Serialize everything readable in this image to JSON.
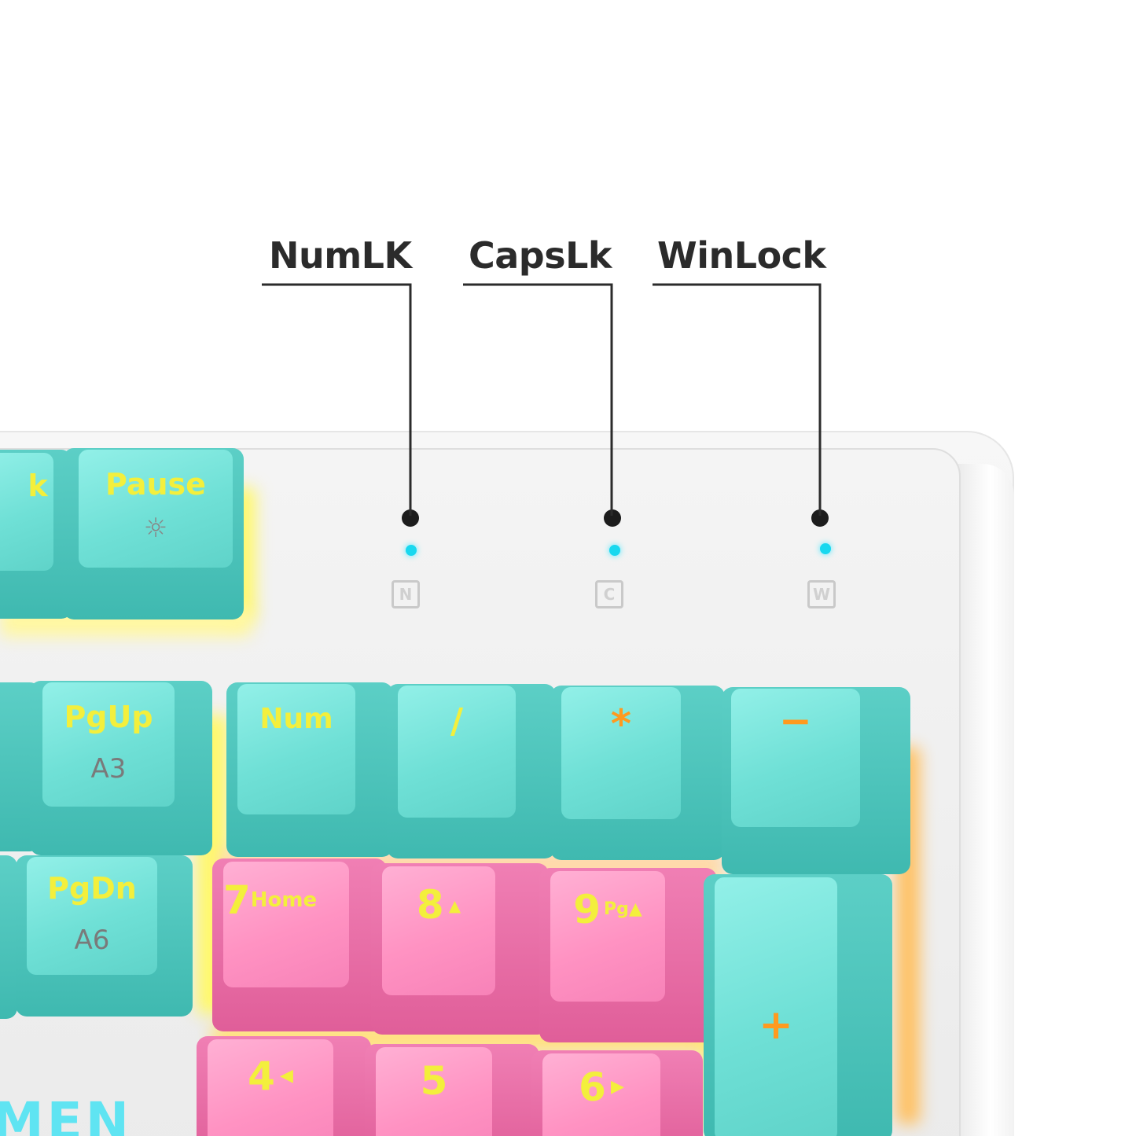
{
  "callouts": {
    "numlock": "NumLK",
    "capslock": "CapsLk",
    "winlock": "WinLock"
  },
  "indicators": {
    "numlock": "N",
    "capslock": "C",
    "winlock": "W"
  },
  "keys": {
    "scroll_partial": "k",
    "pause": "Pause",
    "pause_sub": "☼",
    "pgup": "PgUp",
    "pgup_sub": "A3",
    "pgdn": "PgDn",
    "pgdn_sub": "A6",
    "num": "Num",
    "slash": "/",
    "star": "*",
    "minus": "−",
    "seven": "7",
    "seven_sub": "Home",
    "eight": "8",
    "eight_sub": "▲",
    "nine": "9",
    "nine_sub": "Pg▲",
    "plus": "+",
    "four": "4",
    "four_sub": "◀",
    "five": "5",
    "six": "6",
    "six_sub": "▶"
  },
  "brand": "MEN",
  "colors": {
    "key_cyan": "#6fe0d6",
    "key_pink": "#ff92c2",
    "legend_yellow": "#f3ef3c",
    "legend_orange": "#ff9a1f",
    "led_cyan": "#18d8ef",
    "label_dark": "#2b2b2b"
  }
}
